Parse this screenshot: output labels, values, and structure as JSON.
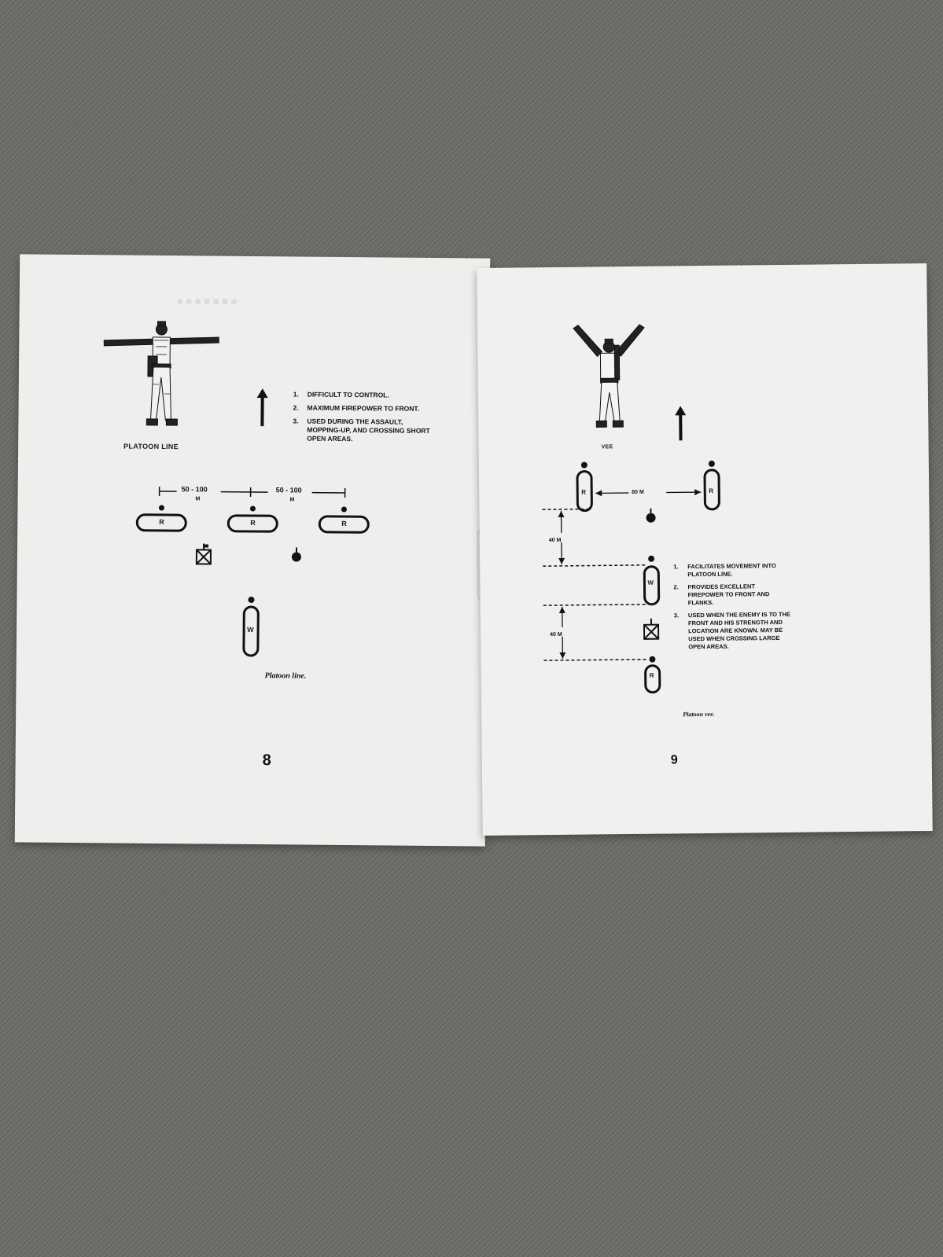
{
  "left_page": {
    "formation_label": "PLATOON LINE",
    "points": [
      {
        "num": "1.",
        "text": "DIFFICULT TO CONTROL."
      },
      {
        "num": "2.",
        "text": "MAXIMUM FIREPOWER TO FRONT."
      },
      {
        "num": "3.",
        "text": "USED DURING THE ASSAULT, MOPPING-UP, AND CROSSING SHORT OPEN AREAS."
      }
    ],
    "distance_left": "50 - 100",
    "distance_right": "50 - 100",
    "unit": "M",
    "squad_symbol": "R",
    "weapons_symbol": "W",
    "caption": "Platoon line.",
    "page_number": "8"
  },
  "right_page": {
    "formation_label": "VEE",
    "distance_top": "80 M",
    "distance_mid": "40 M",
    "distance_low": "40 M",
    "squad_symbol": "R",
    "weapons_symbol": "W",
    "points": [
      {
        "num": "1.",
        "text": "FACILITATES MOVEMENT INTO PLATOON LINE."
      },
      {
        "num": "2.",
        "text": "PROVIDES EXCELLENT FIREPOWER TO FRONT AND FLANKS."
      },
      {
        "num": "3.",
        "text": "USED WHEN THE ENEMY IS TO THE FRONT AND HIS STRENGTH AND LOCATION ARE KNOWN. MAY BE USED WHEN CROSSING LARGE OPEN AREAS."
      }
    ],
    "caption": "Platoon vee.",
    "page_number": "9"
  }
}
